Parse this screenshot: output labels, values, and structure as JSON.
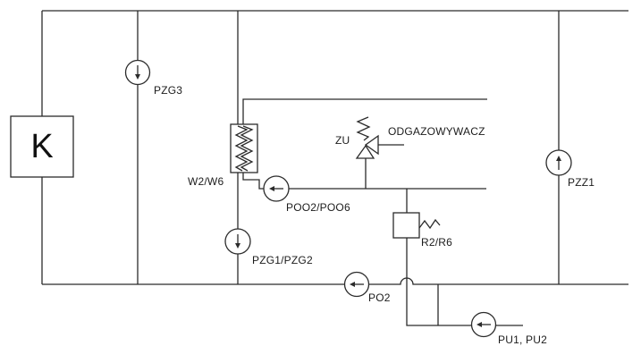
{
  "diagram": {
    "type": "process-flow-schematic",
    "background": "#ffffff",
    "line_color": "#2b2b2b",
    "labels": {
      "k": "K",
      "pzg3": "PZG3",
      "w2_w6": "W2/W6",
      "zu": "ZU",
      "odgazowywacz": "ODGAZOWYWACZ",
      "poo2_poo6": "POO2/POO6",
      "pzg1_pzg2": "PZG1/PZG2",
      "pzz1": "PZZ1",
      "r2_r6": "R2/R6",
      "po2": "PO2",
      "pu1_pu2": "PU1, PU2"
    }
  }
}
